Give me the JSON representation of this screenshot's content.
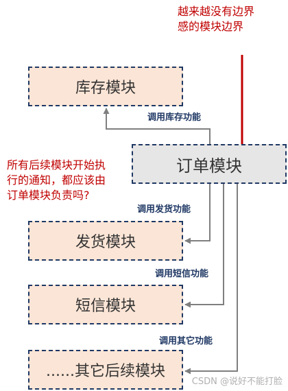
{
  "note_top": {
    "line1": "越来越没有边界",
    "line2": "感的模块边界"
  },
  "note_left": {
    "line1": "所有后续模块开始执",
    "line2": "行的通知，都应该由",
    "line3": "订单模块负责吗?"
  },
  "modules": {
    "inventory": "库存模块",
    "order": "订单模块",
    "shipping": "发货模块",
    "sms": "短信模块",
    "other": "......其它后续模块"
  },
  "calls": {
    "inventory": "调用库存功能",
    "shipping": "调用发货功能",
    "sms": "调用短信功能",
    "other": "调用其它功能"
  },
  "colors": {
    "module_fill": "#fbe5d6",
    "order_fill": "#e7e6e6",
    "border": "#1f3864",
    "arrow": "#7f7f7f",
    "note": "#c00000"
  },
  "watermark": "CSDN @说好不能打脸"
}
